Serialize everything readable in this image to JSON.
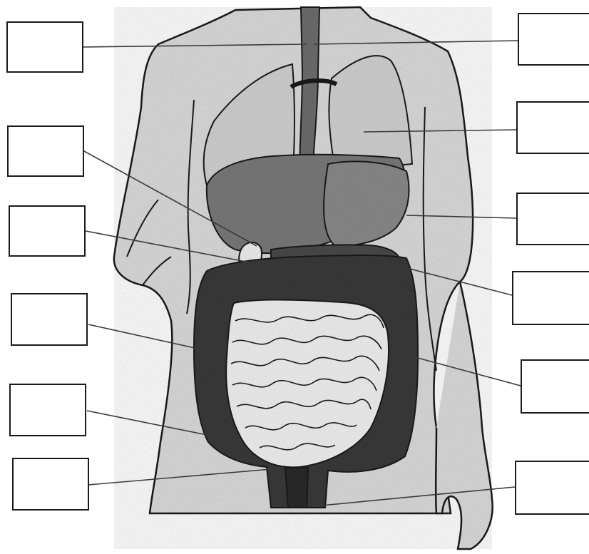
{
  "diagram": {
    "labels": [
      {
        "side": "left",
        "text": ""
      },
      {
        "side": "left",
        "text": ""
      },
      {
        "side": "left",
        "text": ""
      },
      {
        "side": "left",
        "text": ""
      },
      {
        "side": "left",
        "text": ""
      },
      {
        "side": "left",
        "text": ""
      },
      {
        "side": "right",
        "text": ""
      },
      {
        "side": "right",
        "text": ""
      },
      {
        "side": "right",
        "text": ""
      },
      {
        "side": "right",
        "text": ""
      },
      {
        "side": "right",
        "text": ""
      },
      {
        "side": "right",
        "text": ""
      }
    ],
    "colors": {
      "outline": "#1a1a1a",
      "body_fill": "#dcdcdc",
      "lung_fill": "#d2d2d2",
      "liver_fill": "#7a7a7a",
      "stomach_fill": "#8a8a8a",
      "colon_fill": "#3a3a3a",
      "small_intestine_fill": "#f2f2f2",
      "esophagus_fill": "#6e6e6e",
      "background": "#ffffff"
    }
  }
}
